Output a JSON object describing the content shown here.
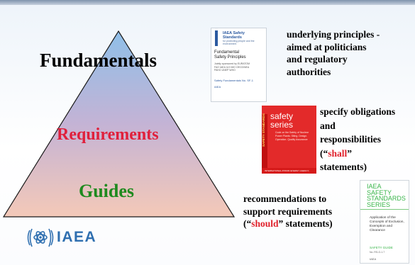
{
  "pyramid": {
    "tiers": [
      {
        "name": "Fundamentals",
        "color": "#000000"
      },
      {
        "name": "Requirements",
        "color": "#e0203c"
      },
      {
        "name": "Guides",
        "color": "#1f8a1f"
      }
    ],
    "gradient": {
      "top": "#8fbfe8",
      "middle": "#c4b3d5",
      "bottom": "#f4c9b8"
    }
  },
  "descriptions": {
    "fundamentals": [
      "underlying principles -",
      "aimed at politicians",
      "and regulatory",
      "authorities"
    ],
    "requirements": {
      "lines": [
        "specify obligations",
        "and",
        "responsibilities"
      ],
      "keyword_open": "(“",
      "keyword": "shall",
      "keyword_close": "”",
      "last_line": "statements)"
    },
    "guides": {
      "lines": [
        "recommendations to",
        "support requirements"
      ],
      "keyword_open": "(“",
      "keyword": "should",
      "keyword_close": "” statements)"
    }
  },
  "documents": {
    "fundamentals": {
      "series": "IAEA Safety Standards",
      "subtitle": "for protecting people and the environment",
      "title_line1": "Fundamental",
      "title_line2": "Safety Principles",
      "publishers": "Jointly sponsored by EURATOM FAO IAEA ILO IMO OECD/NEA PAHO UNEP WHO",
      "number": "Safety Fundamentals No. SF-1",
      "logo": "IAEA"
    },
    "requirements": {
      "brand": "safety series",
      "vertical": "SAFETY STANDARDS",
      "lines": "Code on the Safety of Nuclear Power Plants: Siting. Design. Operation. Quality Assurance",
      "footer": "INTERNATIONAL ATOMIC ENERGY AGENCY, VIENNA"
    },
    "guides": {
      "brand_lines": [
        "IAEA",
        "SAFETY",
        "STANDARDS",
        "SERIES"
      ],
      "title": "Application of the Concepts of Exclusion, Exemption and Clearance",
      "kind": "SAFETY GUIDE",
      "number": "No. RS-G-1.7",
      "logo": "IAEA"
    }
  },
  "logo": {
    "text": "IAEA",
    "color": "#2f6fb0"
  }
}
